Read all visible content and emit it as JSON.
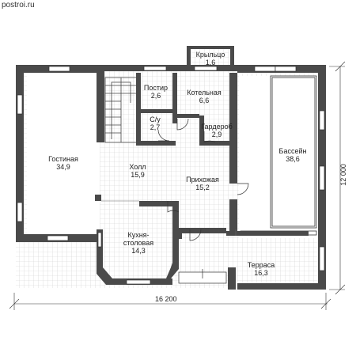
{
  "watermark": "postroi.ru",
  "rooms": {
    "porch": {
      "name": "Крыльцо",
      "area": "1,6"
    },
    "pantry": {
      "name": "Постир",
      "area": "2,6"
    },
    "boiler": {
      "name": "Котельная",
      "area": "6,6"
    },
    "wc": {
      "name": "С/у",
      "area": "2,7"
    },
    "wardrobe": {
      "name": "Гардероб",
      "area": "2,9"
    },
    "living": {
      "name": "Гостиная",
      "area": "34,9"
    },
    "hall": {
      "name": "Холл",
      "area": "15,9"
    },
    "entry": {
      "name": "Прихожая",
      "area": "15,2"
    },
    "pool": {
      "name": "Бассейн",
      "area": "38,6"
    },
    "kitchen": {
      "name_line1": "Кухня-",
      "name_line2": "столовая",
      "area": "14,3"
    },
    "terrace": {
      "name": "Терраса",
      "area": "16,3"
    }
  },
  "dimensions": {
    "width": "16 200",
    "height": "12 000"
  }
}
